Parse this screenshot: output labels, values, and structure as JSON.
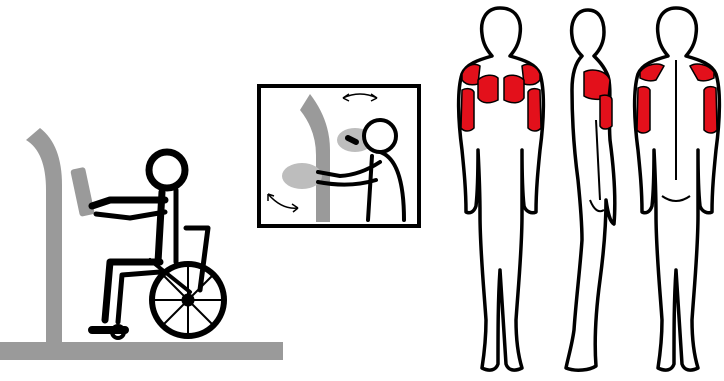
{
  "colors": {
    "equipment": "#9a9a9a",
    "equipment_light": "#bdbdbd",
    "outline": "#000000",
    "muscle_highlight": "#e3101b",
    "background": "#ffffff"
  },
  "panels": [
    {
      "name": "wheelchair-user-panel",
      "icon": "wheelchair-exercise-icon"
    },
    {
      "name": "detail-inset-panel",
      "icon": "rotation-arrows-icon"
    },
    {
      "name": "muscle-map-panel",
      "icon": "body-outline-icon"
    }
  ],
  "muscle_views": [
    "front",
    "side",
    "back"
  ],
  "highlighted_muscles": [
    "deltoids",
    "pectorals",
    "biceps",
    "triceps",
    "trapezius"
  ]
}
